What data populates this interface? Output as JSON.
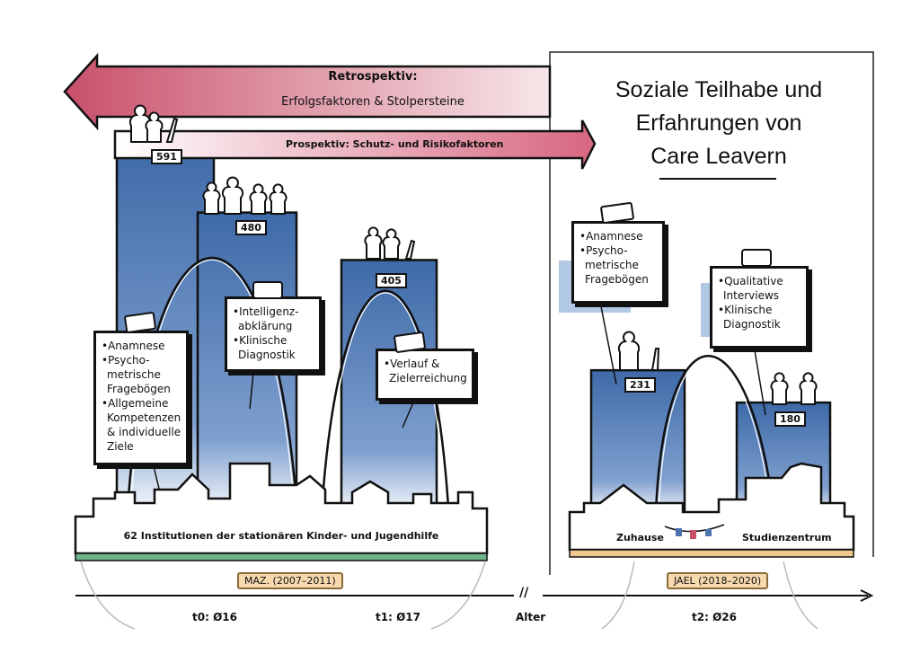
{
  "arrows": {
    "retro_title": "Retrospektiv:",
    "retro_sub": "Erfolgsfaktoren & Stolpersteine",
    "prosp": "Prospektiv: Schutz- und Risikofaktoren"
  },
  "title_lines": [
    "Soziale Teilhabe und",
    "Erfahrungen von",
    "Care Leavern"
  ],
  "bars": [
    {
      "label": "591",
      "value": 591
    },
    {
      "label": "480",
      "value": 480
    },
    {
      "label": "405",
      "value": 405
    },
    {
      "label": "231",
      "value": 231
    },
    {
      "label": "180",
      "value": 180
    }
  ],
  "cards": {
    "card1": [
      "•Anamnese",
      "•Psycho-",
      "metrische",
      "Fragebögen",
      "•Allgemeine",
      "Kompetenzen",
      "& individuelle",
      "Ziele"
    ],
    "card2": [
      "•Intelligenz-",
      "abklärung",
      "•Klinische",
      "Diagnostik"
    ],
    "card3": [
      "•Verlauf &",
      "Zielerreichung"
    ],
    "card4": [
      "•Anamnese",
      "•Psycho-",
      "metrische",
      "Fragebögen"
    ],
    "card5": [
      "•Qualitative",
      "Interviews",
      "•Klinische",
      "Diagnostik"
    ]
  },
  "institutions": "62 Institutionen der stationären Kinder- und Jugendhilfe",
  "zuhause": "Zuhause",
  "studienzentrum": "Studienzentrum",
  "studies": {
    "maz": "MAZ. (2007–2011)",
    "jael": "JAEL (2018–2020)"
  },
  "timeline": {
    "t0": "t0: Ø16",
    "t1": "t1: Ø17",
    "alter": "Alter",
    "t2": "t2: Ø26",
    "break": "//"
  },
  "colors": {
    "bar_top": "#3e6aa8",
    "bar_bottom": "#ffffff",
    "arrow_left": "#c9506a",
    "arrow_right": "#f3d3d8",
    "badge": "#f6d9ad"
  }
}
